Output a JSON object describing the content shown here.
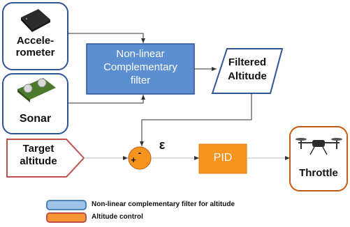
{
  "nodes": {
    "accelerometer": {
      "label_line1": "Accele-",
      "label_line2": "rometer"
    },
    "sonar": {
      "label": "Sonar"
    },
    "filter": {
      "label_line1": "Non-linear",
      "label_line2": "Complementary",
      "label_line3": "filter"
    },
    "filtered_altitude": {
      "label_line1": "Filtered",
      "label_line2": "Altitude"
    },
    "target_altitude": {
      "label_line1": "Target",
      "label_line2": "altitude"
    },
    "sum_junction": {
      "minus": "-",
      "plus": "+"
    },
    "error": {
      "symbol": "ε"
    },
    "pid": {
      "label": "PID"
    },
    "throttle": {
      "label": "Throttle"
    }
  },
  "legend": [
    {
      "label": "Non-linear complementary filter for altitude",
      "fill": "#9dc3e6",
      "stroke": "#4f81bd"
    },
    {
      "label": "Altitude control",
      "fill": "#f79632",
      "stroke": "#c0504d"
    }
  ],
  "colors": {
    "blue_box": "#4f7fc4",
    "blue_border": "#2f5597",
    "orange": "#f7941d",
    "orange_border": "#c55a11",
    "sensor_border": "#2f5597",
    "target_border": "#c0504d"
  }
}
